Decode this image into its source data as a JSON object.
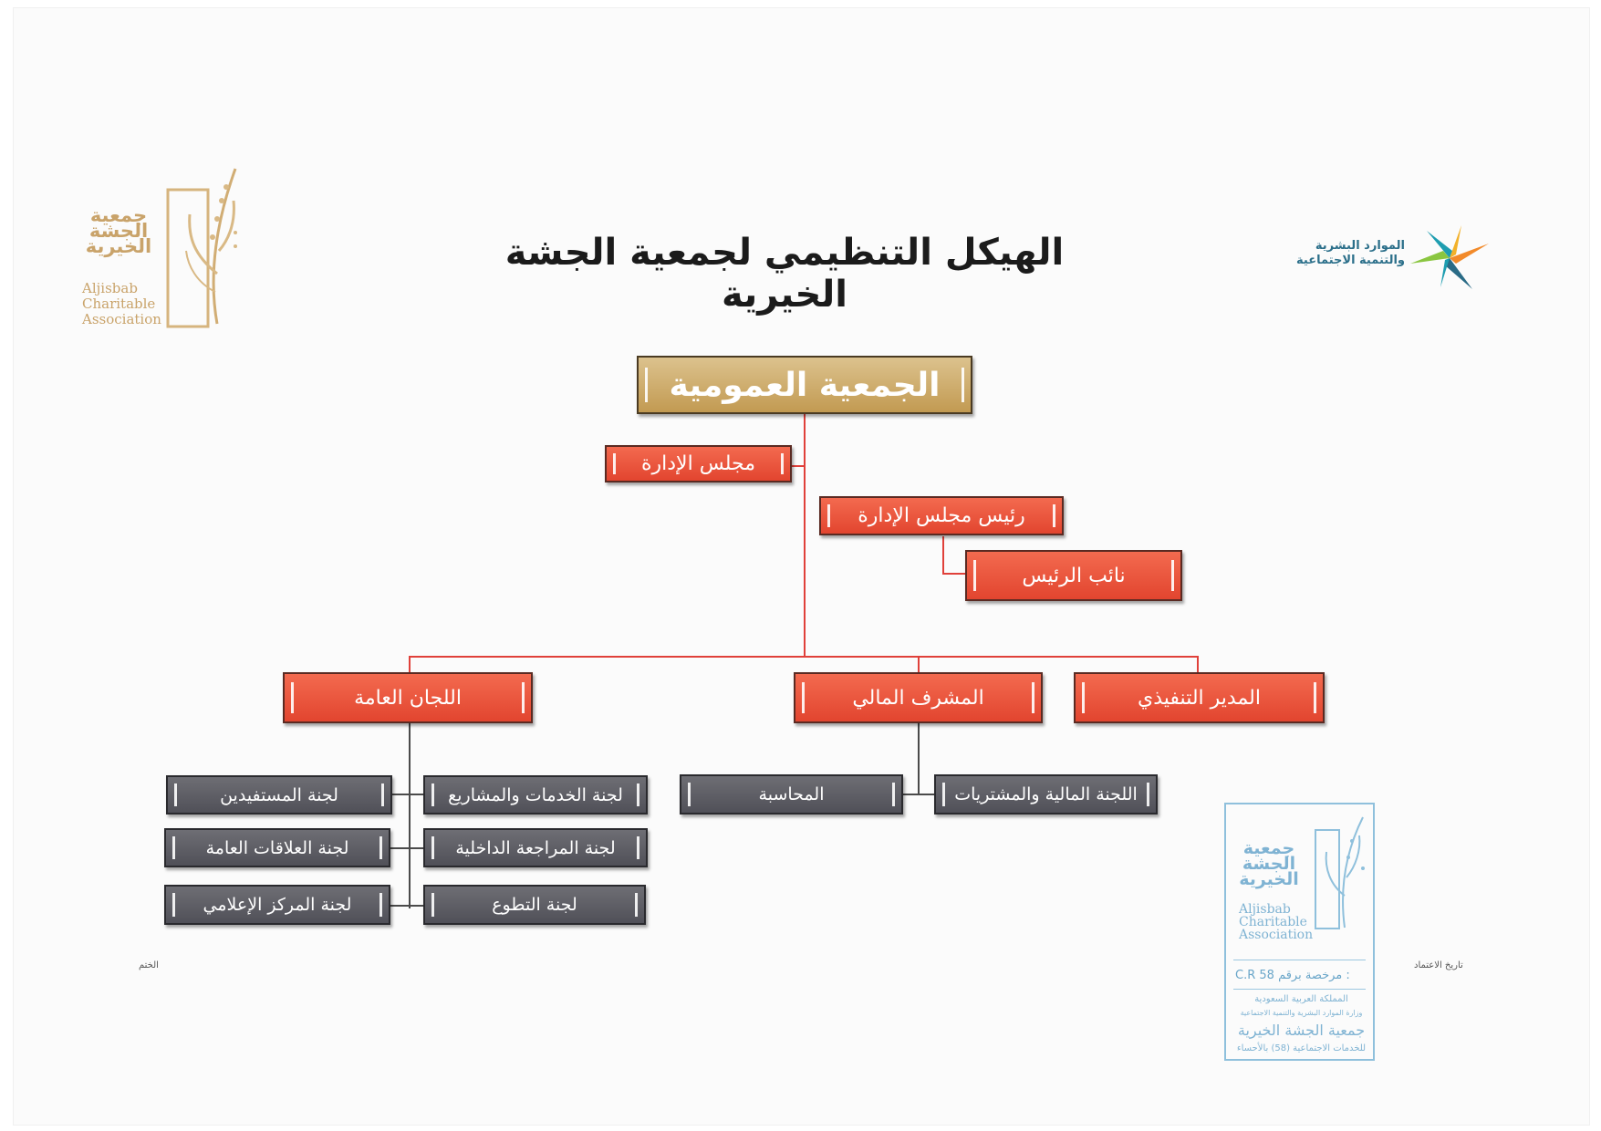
{
  "title": "الهيكل التنظيمي لجمعية الجشة الخيرية",
  "logo_left": {
    "ar_text": "جمعية الجشة الخيرية",
    "en_line1": "Aljisbab",
    "en_line2": "Charitable",
    "en_line3": "Association"
  },
  "ministry_logo": {
    "line1": "الموارد البشرية",
    "line2": "والتنمية الاجتماعية"
  },
  "org": {
    "general_assembly": "الجمعية العمومية",
    "board": "مجلس الإدارة",
    "board_chair": "رئيس مجلس الإدارة",
    "vice_chair": "نائب الرئيس",
    "general_committees": "اللجان العامة",
    "financial_supervisor": "المشرف المالي",
    "executive_director": "المدير التنفيذي",
    "beneficiaries_committee": "لجنة المستفيدين",
    "services_projects_committee": "لجنة الخدمات والمشاريع",
    "public_relations_committee": "لجنة العلاقات العامة",
    "internal_audit_committee": "لجنة المراجعة الداخلية",
    "media_center_committee": "لجنة المركز الإعلامي",
    "volunteering_committee": "لجنة التطوع",
    "accounting": "المحاسبة",
    "finance_purchasing_committee": "اللجنة المالية والمشتريات"
  },
  "footer": {
    "seal_label": "الختم",
    "approval_date_label": "تاريخ الاعتماد"
  },
  "stamp": {
    "ar_logo": "جمعية الجشة الخيرية",
    "en_line1": "Aljisbab",
    "en_line2": "Charitable",
    "en_line3": "Association",
    "registration": "C.R  58  مرخصة برقم :",
    "line1": "المملكة العربية السعودية",
    "line2": "وزارة الموارد البشرية والتنمية الاجتماعية",
    "line3": "جمعية الجشة الخيرية",
    "line4": "للخدمات الاجتماعية (58) بالأحساء"
  }
}
